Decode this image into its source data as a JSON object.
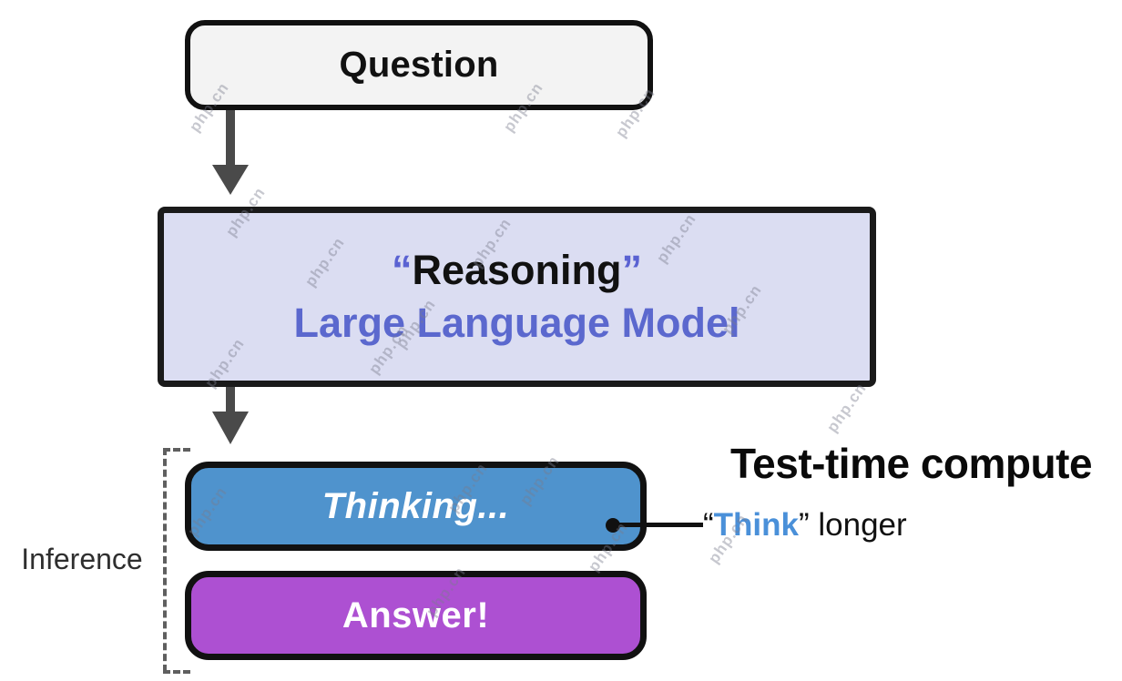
{
  "diagram": {
    "question": {
      "label": "Question"
    },
    "llm": {
      "open_quote": "“",
      "title": "Reasoning",
      "close_quote": "”",
      "subtitle": "Large Language Model"
    },
    "thinking": {
      "label": "Thinking..."
    },
    "answer": {
      "label": "Answer!"
    },
    "inference_label": "Inference",
    "annotation": {
      "heading": "Test-time compute",
      "open_quote": "“",
      "think_word": "Think",
      "close_quote": "”",
      "rest": " longer"
    }
  },
  "watermark": {
    "text": "php.cn"
  },
  "colors": {
    "question_fill": "#f3f3f3",
    "llm_fill": "#dbddf2",
    "llm_subtitle_text": "#5b68ce",
    "quote_accent": "#5a62d2",
    "thinking_fill": "#4f93cd",
    "answer_fill": "#ad50d2",
    "think_word_text": "#4a90d9",
    "arrow": "#4a4a4a",
    "border": "#111111"
  }
}
